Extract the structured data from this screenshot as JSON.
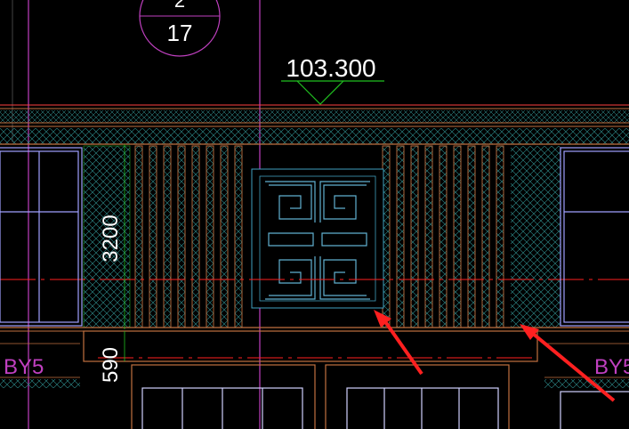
{
  "drawing": {
    "axis_bubble_top": "2",
    "axis_bubble_bottom": "17",
    "elevation_value": "103.300",
    "dim_height_main": "3200",
    "dim_height_lower": "590",
    "tag_left": "BY5",
    "tag_right": "BY5"
  },
  "colors": {
    "background": "#000000",
    "magenta": "#c040c0",
    "orange": "#d08040",
    "red": "#ff2020",
    "cyan_hatch": "#40a0a0",
    "white": "#ffffff",
    "green": "#20c020",
    "window_blue": "#a0a0ff"
  },
  "annotations": {
    "arrows": [
      "pointer-arrow-1",
      "pointer-arrow-2"
    ]
  }
}
